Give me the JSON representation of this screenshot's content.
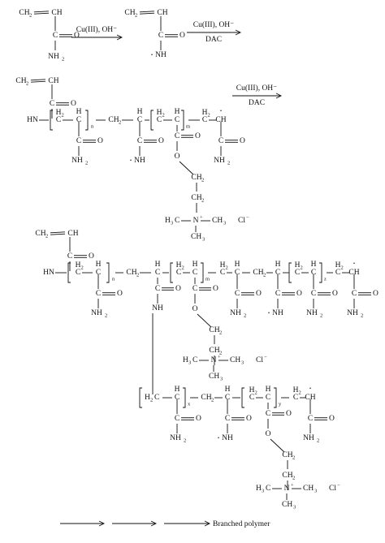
{
  "atoms": {
    "c": "C",
    "ch": "CH",
    "ch2": "CH",
    "sub2": "2",
    "h": "H",
    "h2c": "H",
    "h2c_c": "C",
    "ch3": "CH",
    "sub3": "3",
    "h3c": "H",
    "h3c_c": "C",
    "o": "O",
    "nh2": "NH",
    "nh": "NH",
    "hn": "HN",
    "n": "N",
    "plus": "+",
    "cl": "Cl",
    "minus": "−",
    "radical": "•"
  },
  "indices": {
    "n": "n",
    "m": "m",
    "x": "x",
    "y": "y",
    "z": "z"
  },
  "reagents": {
    "catalyst": "Cu(III), OH⁻",
    "monomer": "DAC"
  },
  "result": {
    "label": "Branched polymer"
  }
}
